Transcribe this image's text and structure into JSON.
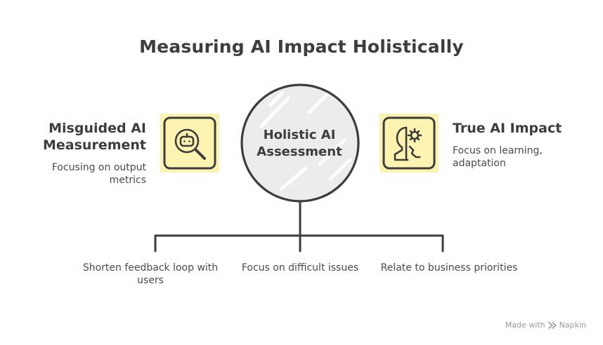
{
  "title": "Measuring AI Impact Holistically",
  "center": {
    "label": "Holistic AI Assessment"
  },
  "left": {
    "heading": "Misguided AI Measurement",
    "description": "Focusing on output metrics",
    "icon": "robot-magnifier-icon"
  },
  "right": {
    "heading": "True AI Impact",
    "description": "Focus on learning, adaptation",
    "icon": "head-gear-icon"
  },
  "branches": [
    {
      "label": "Shorten feedback loop with users"
    },
    {
      "label": "Focus on difficult issues"
    },
    {
      "label": "Relate to business priorities"
    }
  ],
  "watermark": {
    "prefix": "Made with",
    "brand": "Napkin"
  },
  "colors": {
    "accent": "#fdf3b0",
    "stroke": "#3d3d3d",
    "circle_fill": "#ececec"
  }
}
